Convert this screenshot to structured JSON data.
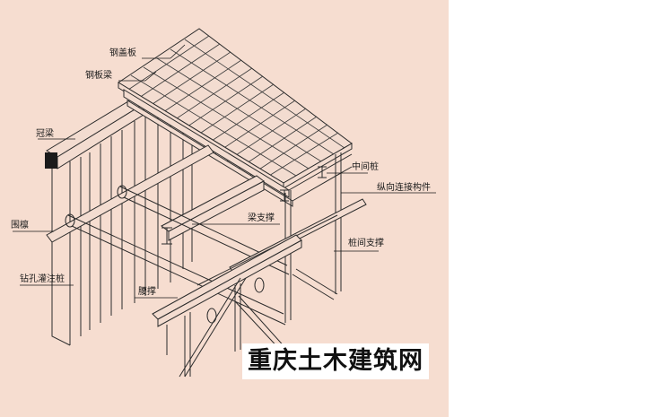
{
  "labels": {
    "deck_plate": "钢盖板",
    "deck_beam": "钢板梁",
    "crown_beam": "冠梁",
    "middle_pile": "中间桩",
    "longitudinal_connector": "纵向连接构件",
    "beam_brace": "梁支撑",
    "waler": "围檩",
    "inter_pile_brace": "桩间支撑",
    "bored_pile": "钻孔灌注桩",
    "waler_lower": "腰撑"
  },
  "watermark": "重庆土木建筑网",
  "colors": {
    "background": "#f6ddd0",
    "line": "#2b2b2b",
    "crown_beam_fill": "#1a1a1a"
  }
}
